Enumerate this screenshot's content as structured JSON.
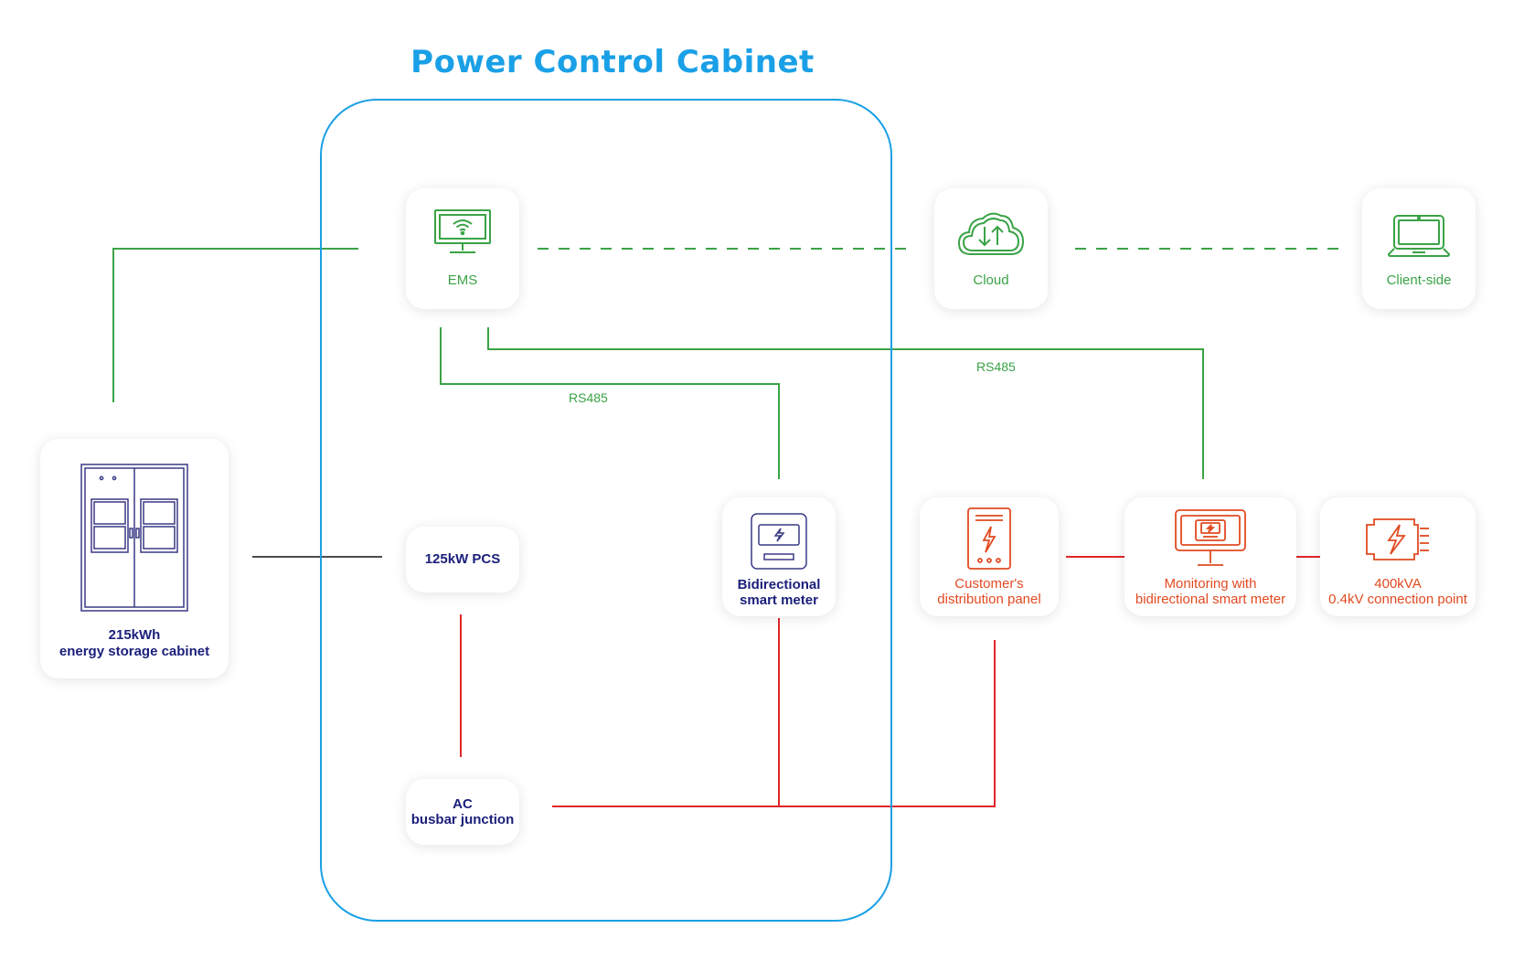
{
  "title": "Power Control Cabinet",
  "colors": {
    "frame": "#1aa0e6",
    "comm_line": "#3aa346",
    "power_line": "#e0262a",
    "dc_line": "#111111",
    "green_icon": "#3aa346",
    "orange_icon": "#e14a21",
    "navy_text": "#1a1f7a"
  },
  "nodes": {
    "ems": {
      "label": "EMS",
      "icon": "monitor-wifi-icon"
    },
    "cloud": {
      "label": "Cloud",
      "icon": "cloud-sync-icon"
    },
    "client": {
      "label": "Client-side",
      "icon": "laptop-icon"
    },
    "storage": {
      "line1": "215kWh",
      "line2": "energy storage cabinet",
      "icon": "storage-cabinet-icon"
    },
    "pcs": {
      "label": "125kW PCS"
    },
    "busbar": {
      "line1": "AC",
      "line2": "busbar junction"
    },
    "meter": {
      "line1": "Bidirectional",
      "line2": "smart meter",
      "icon": "smart-meter-icon"
    },
    "panel": {
      "line1": "Customer's",
      "line2": "distribution panel",
      "icon": "distribution-panel-icon"
    },
    "monitor": {
      "line1": "Monitoring with",
      "line2": "bidirectional smart meter",
      "icon": "monitor-meter-icon"
    },
    "connection": {
      "line1": "400kVA",
      "line2": "0.4kV connection point",
      "icon": "battery-connection-icon"
    }
  },
  "connections": {
    "rs485_meter": "RS485",
    "rs485_monitor": "RS485"
  }
}
